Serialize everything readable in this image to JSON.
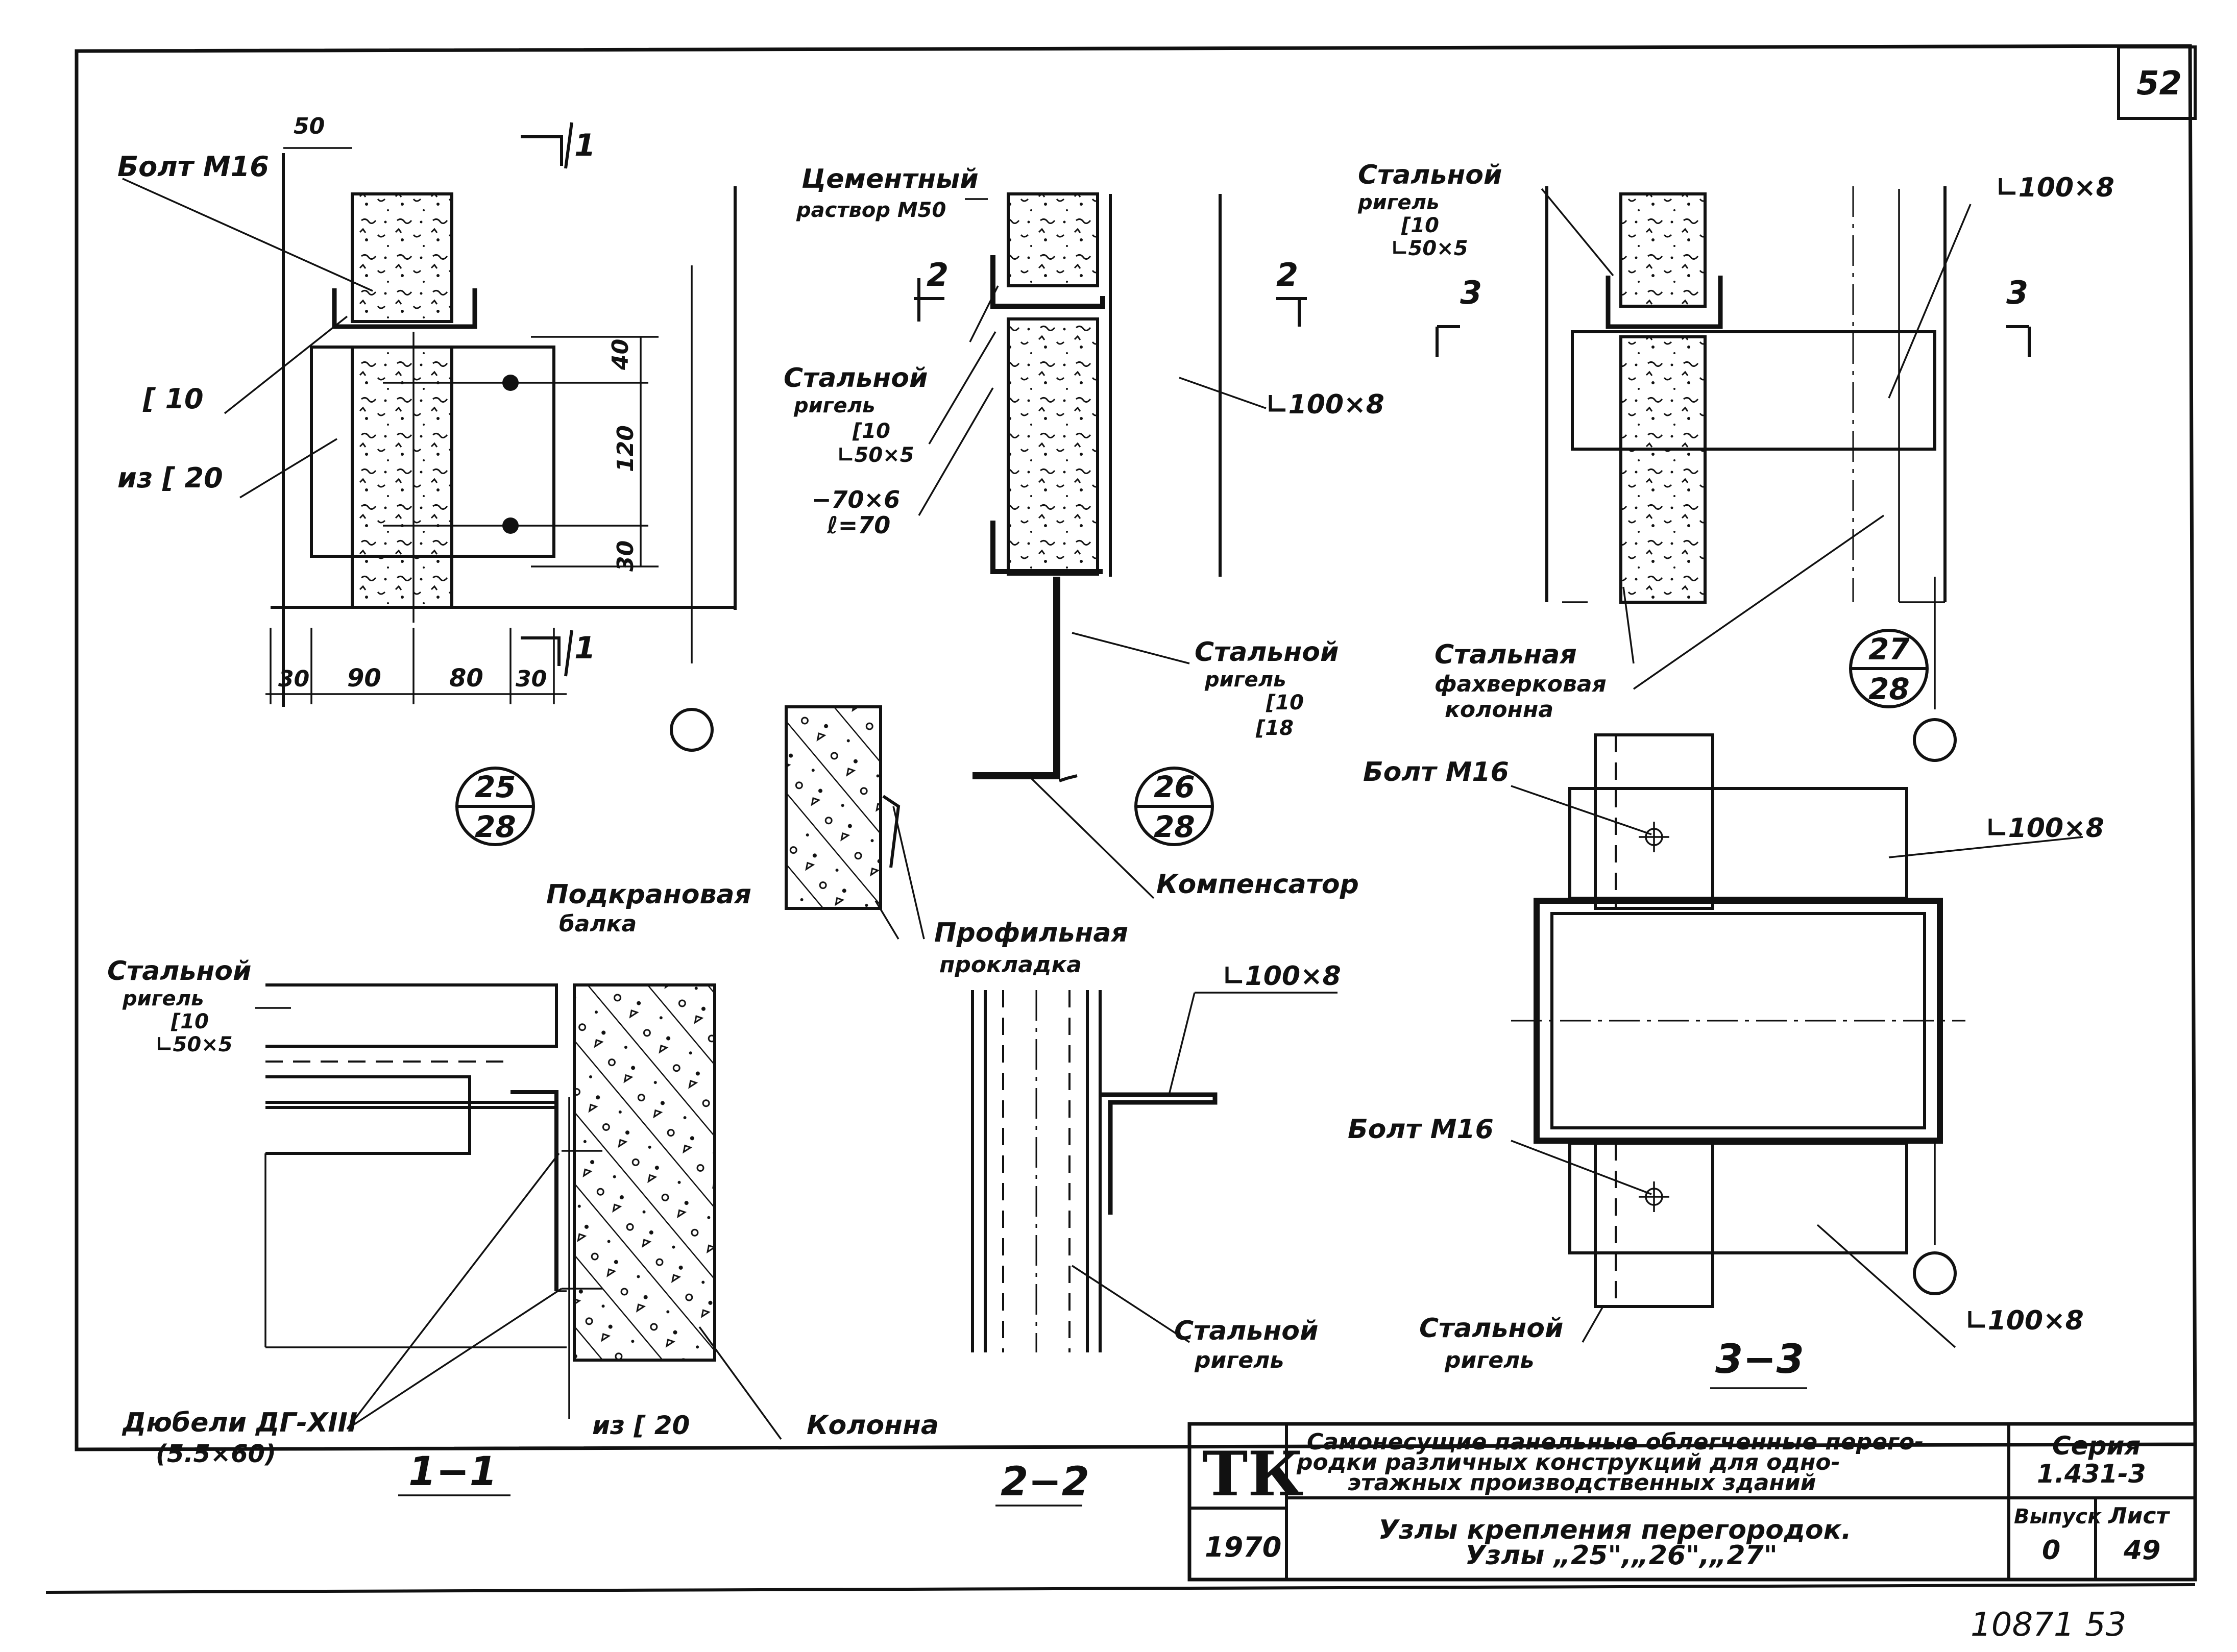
{
  "sheet": {
    "page_number": "52",
    "stamp_bottom": "10871 53"
  },
  "node25": {
    "section_mark": "1",
    "labels": {
      "bolt": "Болт М16",
      "channel": "[ 10",
      "plate": "из [ 20"
    },
    "dimensions": {
      "top": "50",
      "d40": "40",
      "d120": "120",
      "d30v": "30",
      "b30a": "30",
      "b90": "90",
      "b80": "80",
      "b30b": "30"
    },
    "callout": {
      "num": "25",
      "sheet": "28"
    }
  },
  "node26": {
    "section_mark": "2",
    "labels": {
      "mortar": [
        "Цементный",
        "раствор М50"
      ],
      "girder": [
        "Стальной",
        "ригель",
        "[10",
        "∟50×5"
      ],
      "plate": [
        "−70×6",
        "ℓ=70"
      ],
      "angle": "∟100×8",
      "girder2": [
        "Стальной",
        "ригель",
        "[10",
        "[18"
      ],
      "crane_beam": [
        "Подкрановая",
        "балка"
      ],
      "compensator": "Компенсатор",
      "gasket": [
        "Профильная",
        "прокладка"
      ]
    },
    "callout": {
      "num": "26",
      "sheet": "28"
    }
  },
  "node27": {
    "section_mark": "3",
    "labels": {
      "girder": [
        "Стальной",
        "ригель",
        "[10",
        "∟50×5"
      ],
      "angle": "∟100×8",
      "column": [
        "Стальная",
        "фахверковая",
        "колонна"
      ]
    },
    "callout": {
      "num": "27",
      "sheet": "28"
    }
  },
  "section11": {
    "title": "1−1",
    "labels": {
      "girder": [
        "Стальной",
        "ригель",
        "[10",
        "∟50×5"
      ],
      "dowels": [
        "Дюбели ДГ-XIII",
        "(5.5×60)"
      ],
      "plate": "из [ 20",
      "column": "Колонна"
    }
  },
  "section22": {
    "title": "2−2",
    "labels": {
      "angle": "∟100×8",
      "girder": [
        "Стальной",
        "ригель"
      ]
    }
  },
  "section33": {
    "title": "3−3",
    "labels": {
      "bolt1": "Болт М16",
      "bolt2": "Болт М16",
      "angle1": "∟100×8",
      "angle2": "∟100×8",
      "girder": [
        "Стальной",
        "ригель"
      ]
    }
  },
  "title_block": {
    "logo": "ТК",
    "year": "1970",
    "title_lines": [
      "Самонесущие панельные облегченные перего-",
      "родки различных конструкций для одно-",
      "этажных производственных зданий"
    ],
    "subtitle_lines": [
      "Узлы крепления перегородок.",
      "Узлы „25\",„26\",„27\""
    ],
    "series_label": "Серия",
    "series_value": "1.431-3",
    "issue_label": "Выпуск",
    "issue_value": "0",
    "sheet_label": "Лист",
    "sheet_value": "49"
  }
}
